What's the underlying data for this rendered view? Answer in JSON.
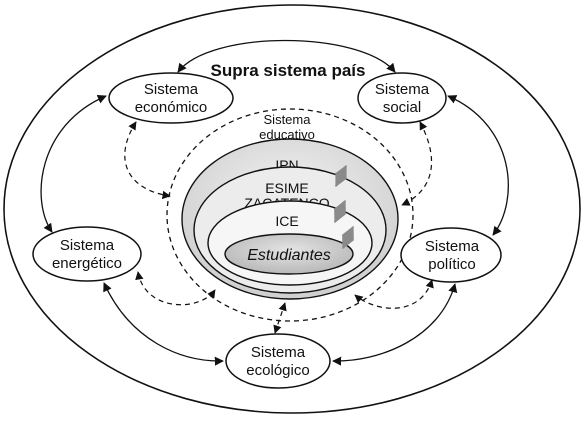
{
  "diagram": {
    "title": "Supra sistema país",
    "systems": {
      "economico": [
        "Sistema",
        "económico"
      ],
      "social": [
        "Sistema",
        "social"
      ],
      "energetico": [
        "Sistema",
        "energético"
      ],
      "politico": [
        "Sistema",
        "político"
      ],
      "ecologico": [
        "Sistema",
        "ecológico"
      ]
    },
    "educativo": [
      "Sistema",
      "educativo"
    ],
    "nested": {
      "ipn": "IPN",
      "esime": [
        "ESIME",
        "ZACATENCO"
      ],
      "ice": "ICE",
      "estudiantes": "Estudiantes"
    },
    "colors": {
      "stroke": "#111111",
      "ipn_fill": "#e2e2e2",
      "inner_fill": "#f2f2f2",
      "estudiantes_fill": "#d0d0d0",
      "arrow_gray": "#8a8a8a"
    }
  }
}
